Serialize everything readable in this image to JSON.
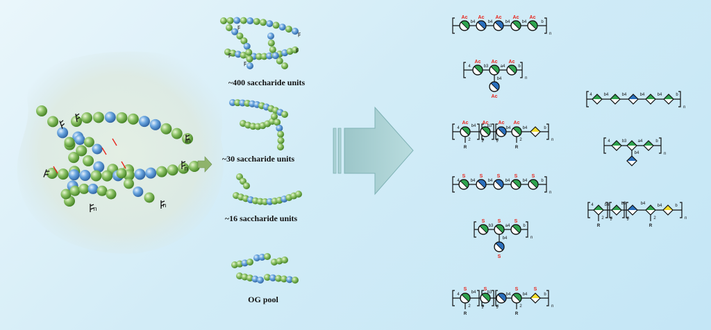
{
  "colors": {
    "green": "#2fa44e",
    "blue": "#2a6fbd",
    "yellow": "#f3de2c",
    "acetyl_red": "#e8231a",
    "sulfate_red": "#e8231a",
    "arrow_fill": "#a8cfd1",
    "arrow_stroke": "#7fb2b5",
    "small_arrow": "#8fb36c"
  },
  "labels": {
    "units_400": "~400 saccharide units",
    "units_30": "~30 saccharide units",
    "units_16": "~16 saccharide units",
    "og_pool": "OG pool"
  },
  "symbols": {
    "acetyl": "Ac",
    "sulfate": "S",
    "substituent": "R",
    "repeat": "n",
    "subscript_2": "2",
    "subscript_5": "5",
    "position_4": "4"
  },
  "linkages": {
    "b4": "b4",
    "b3": "b3",
    "a4": "a4",
    "b": "b"
  },
  "structures": {
    "acetylated_linear": [
      "b4",
      "b4",
      "b4",
      "b4",
      "b"
    ],
    "acetylated_branched": [
      "b3",
      "a4",
      "b",
      "b4"
    ],
    "acetylated_substituted": [
      "b4",
      "b3",
      "b4",
      "b4",
      "b"
    ],
    "sulfated_linear": [
      "b4",
      "b4",
      "b4",
      "b4",
      "b"
    ],
    "sulfated_branched": [
      "b3",
      "a4",
      "b",
      "b4"
    ],
    "sulfated_substituted": [
      "b4",
      "b3",
      "b4",
      "b4",
      "b"
    ],
    "plain_linear": [
      "b4",
      "b4",
      "b4",
      "b4",
      "b"
    ],
    "plain_branched": [
      "b3",
      "a4",
      "b",
      "b4"
    ],
    "plain_substituted": [
      "b4",
      "b3",
      "b4",
      "b4",
      "b"
    ]
  }
}
